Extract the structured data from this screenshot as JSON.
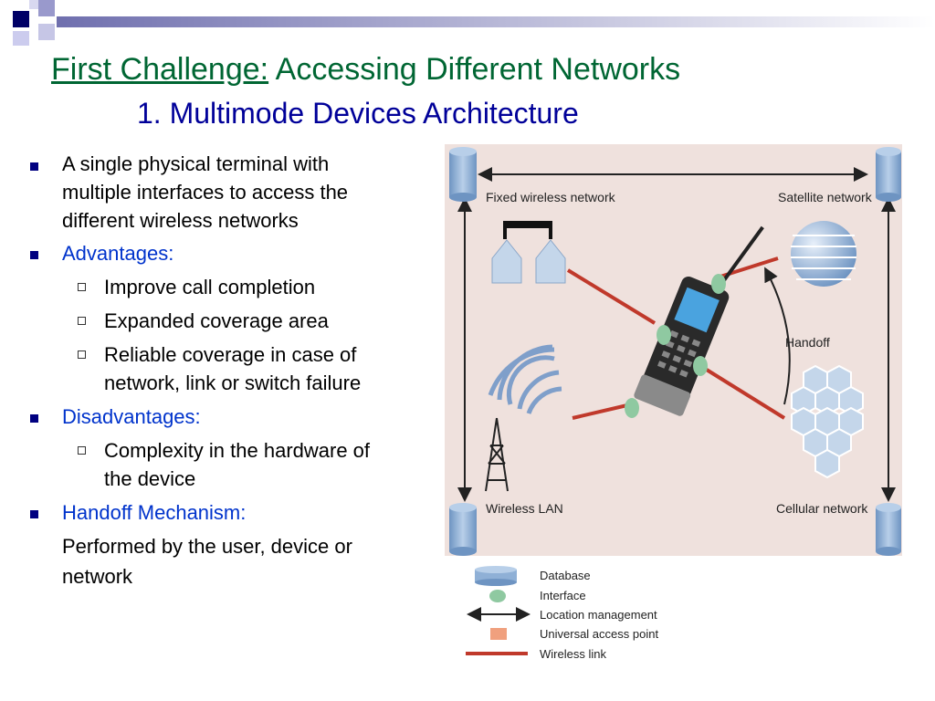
{
  "title": {
    "prefix": "First Challenge:",
    "rest": " Accessing Different Networks",
    "subtitle": "1. Multimode Devices Architecture"
  },
  "content": {
    "intro": [
      "A single physical terminal with",
      "multiple interfaces to access the",
      "different wireless networks"
    ],
    "advantages_heading": "Advantages:",
    "advantages": [
      [
        "Improve call completion"
      ],
      [
        "Expanded coverage area"
      ],
      [
        "Reliable coverage in case of",
        "network, link or switch failure"
      ]
    ],
    "disadvantages_heading": "Disadvantages:",
    "disadvantages": [
      [
        "Complexity in the hardware of",
        "the device"
      ]
    ],
    "handoff_heading": "Handoff Mechanism:",
    "handoff_text": [
      "Performed by the user, device or",
      "network"
    ]
  },
  "figure": {
    "fixed_wireless": "Fixed wireless network",
    "satellite": "Satellite network",
    "handoff": "Handoff",
    "wireless_lan": "Wireless LAN",
    "cellular": "Cellular network"
  },
  "legend": {
    "database": "Database",
    "interface": "Interface",
    "location_management": "Location management",
    "universal_access_point": "Universal access point",
    "wireless_link": "Wireless link"
  },
  "colors": {
    "title_green": "#006633",
    "subtitle_blue": "#000099",
    "highlight_blue": "#0033cc",
    "figure_bg": "#efe1dd",
    "wireless_link": "#c0392b",
    "interface_green": "#8fc9a1",
    "database_blue": "#8fb0d6"
  }
}
